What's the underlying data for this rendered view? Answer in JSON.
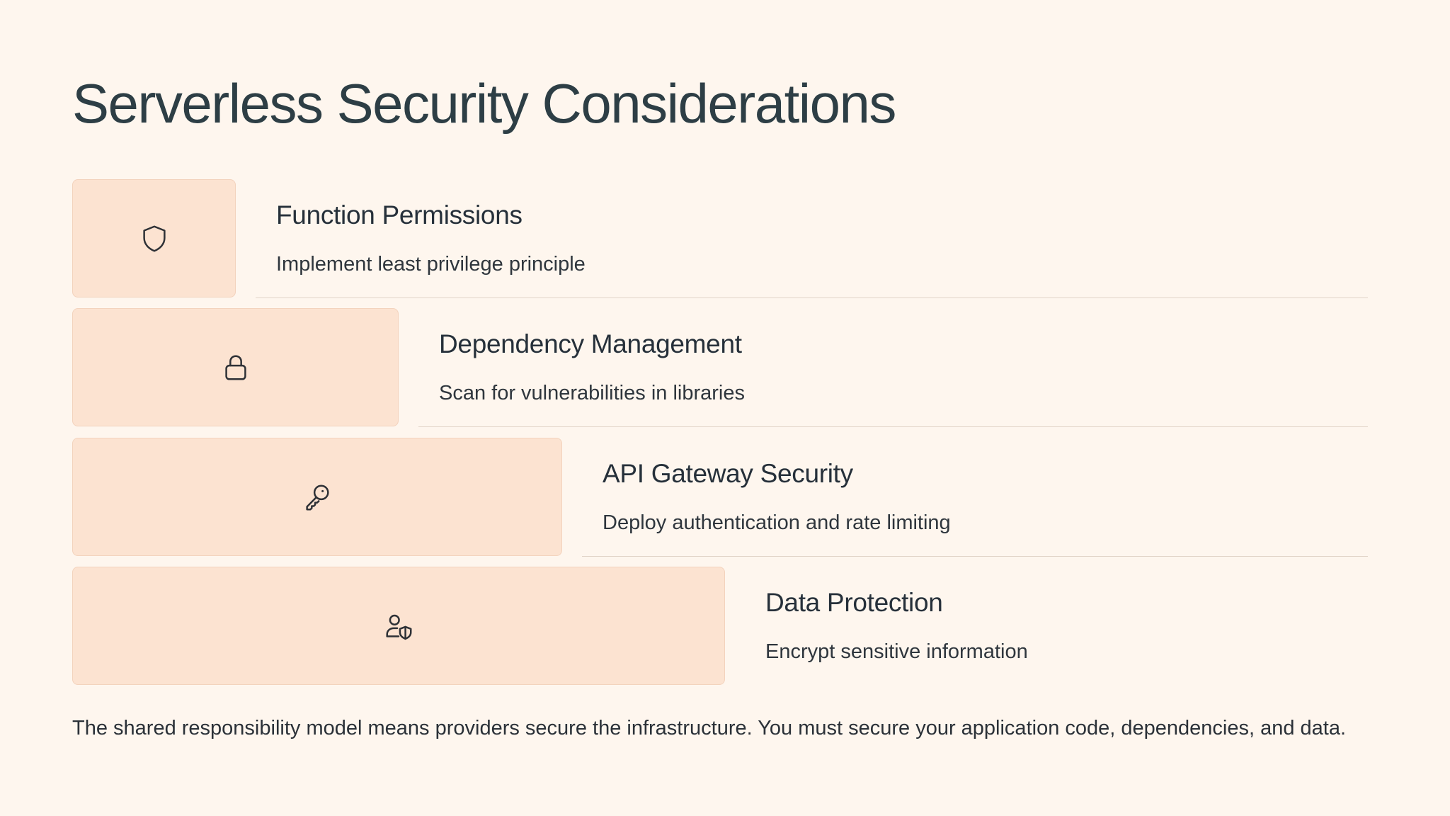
{
  "title": "Serverless Security Considerations",
  "items": [
    {
      "title": "Function Permissions",
      "description": "Implement least privilege principle",
      "icon": "shield-icon"
    },
    {
      "title": "Dependency Management",
      "description": "Scan for vulnerabilities in libraries",
      "icon": "lock-icon"
    },
    {
      "title": "API Gateway Security",
      "description": "Deploy authentication and rate limiting",
      "icon": "key-icon"
    },
    {
      "title": "Data Protection",
      "description": "Encrypt sensitive information",
      "icon": "user-shield-icon"
    }
  ],
  "footer": "The shared responsibility model means providers secure the infrastructure. You must secure your application code, dependencies, and data.",
  "colors": {
    "background": "#fef6ee",
    "icon_box": "#fce3d1",
    "title": "#2d3e45",
    "divider": "#e2d4c8"
  }
}
